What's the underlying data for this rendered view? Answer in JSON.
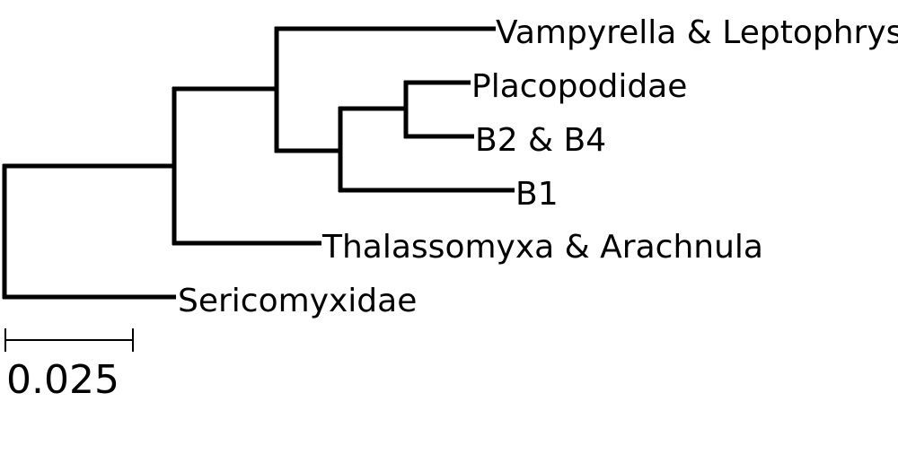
{
  "tree": {
    "tips": [
      {
        "label": "Vampyrella & Leptophrys"
      },
      {
        "label": "Placopodidae"
      },
      {
        "label": "B2 & B4"
      },
      {
        "label": "B1"
      },
      {
        "label": "Thalassomyxa & Arachnula"
      },
      {
        "label": "Sericomyxidae"
      }
    ]
  },
  "scale_bar": {
    "value": 0.025,
    "label": "0.025"
  }
}
